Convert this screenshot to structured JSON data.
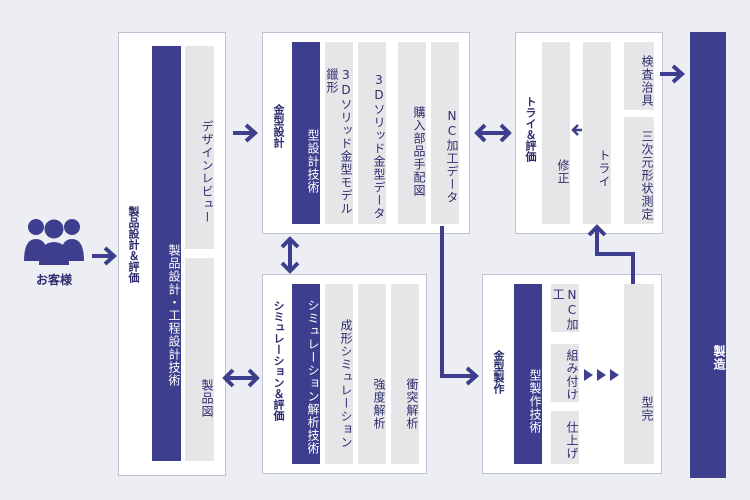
{
  "customer": {
    "label": "お客様"
  },
  "product_design": {
    "title": "製品設計＆評価",
    "main_bar": "製品設計・工程設計技術",
    "items": [
      "デザインレビュー",
      "製品図"
    ]
  },
  "mold_design": {
    "title": "金型設計",
    "main_bar": "型設計技術",
    "items": [
      "3Dソリッド金型モデル鑞形",
      "3Dソリッド金型データ",
      "購入部品手配図",
      "NC加工データ"
    ]
  },
  "simulation": {
    "title": "シミュレーション＆評価",
    "main_bar": "シミュレーション解析技術",
    "items": [
      "成形シミュレーション",
      "強度解析",
      "衝突解析"
    ]
  },
  "try_eval": {
    "title": "トライ＆評価",
    "items": [
      "修正",
      "トライ",
      "検査治具",
      "三次元形状測定"
    ]
  },
  "mold_making": {
    "title": "金型製作",
    "main_bar": "型製作技術",
    "items": [
      "NC加工",
      "組み付け",
      "仕上げ"
    ],
    "result": "型完"
  },
  "manufacturing": {
    "label": "製造"
  },
  "colors": {
    "primary": "#3D3F8E",
    "light": "#E6E6E9",
    "panel": "#FFFFFF",
    "background": "#ECEEF4"
  }
}
